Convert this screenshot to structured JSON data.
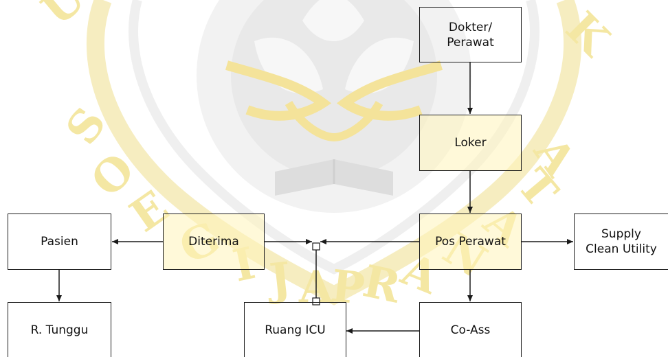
{
  "diagram": {
    "nodes": {
      "dokter": "Dokter/\nPerawat",
      "loker": "Loker",
      "pos_perawat": "Pos Perawat",
      "supply": "Supply\nClean Utility",
      "diterima": "Diterima",
      "pasien": "Pasien",
      "r_tunggu": "R. Tunggu",
      "ruang_icu": "Ruang ICU",
      "co_ass": "Co-Ass"
    },
    "edges": [
      [
        "dokter",
        "loker"
      ],
      [
        "loker",
        "pos_perawat"
      ],
      [
        "pos_perawat",
        "supply"
      ],
      [
        "pos_perawat",
        "junction"
      ],
      [
        "diterima",
        "junction"
      ],
      [
        "diterima",
        "pasien"
      ],
      [
        "pasien",
        "r_tunggu"
      ],
      [
        "pos_perawat",
        "co_ass"
      ],
      [
        "co_ass",
        "ruang_icu"
      ],
      [
        "ruang_icu",
        "junction"
      ]
    ],
    "watermark": {
      "type": "university seal",
      "colors": {
        "gold": "#f4e7a3",
        "gray": "#ececec"
      }
    }
  }
}
